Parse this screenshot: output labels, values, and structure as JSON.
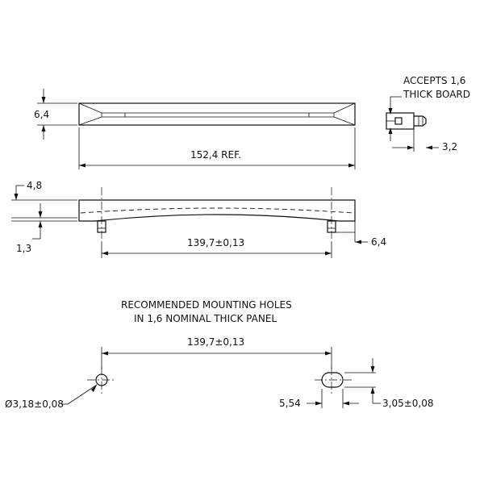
{
  "labels": {
    "top_height": "6,4",
    "overall_length": "152,4 REF.",
    "accepts_line1": "ACCEPTS 1,6",
    "accepts_line2": "THICK BOARD",
    "side_width": "3,2",
    "front_height": "4,8",
    "front_foot": "1,3",
    "stud_spacing": "139,7±0,13",
    "front_stud_len": "6,4",
    "holes_title_line1": "RECOMMENDED MOUNTING HOLES",
    "holes_title_line2": "IN 1,6 NOMINAL THICK PANEL",
    "hole_spacing": "139,7±0,13",
    "round_hole_dia": "Ø3,18±0,08",
    "slot_length": "5,54",
    "slot_width": "3,05±0,08"
  }
}
